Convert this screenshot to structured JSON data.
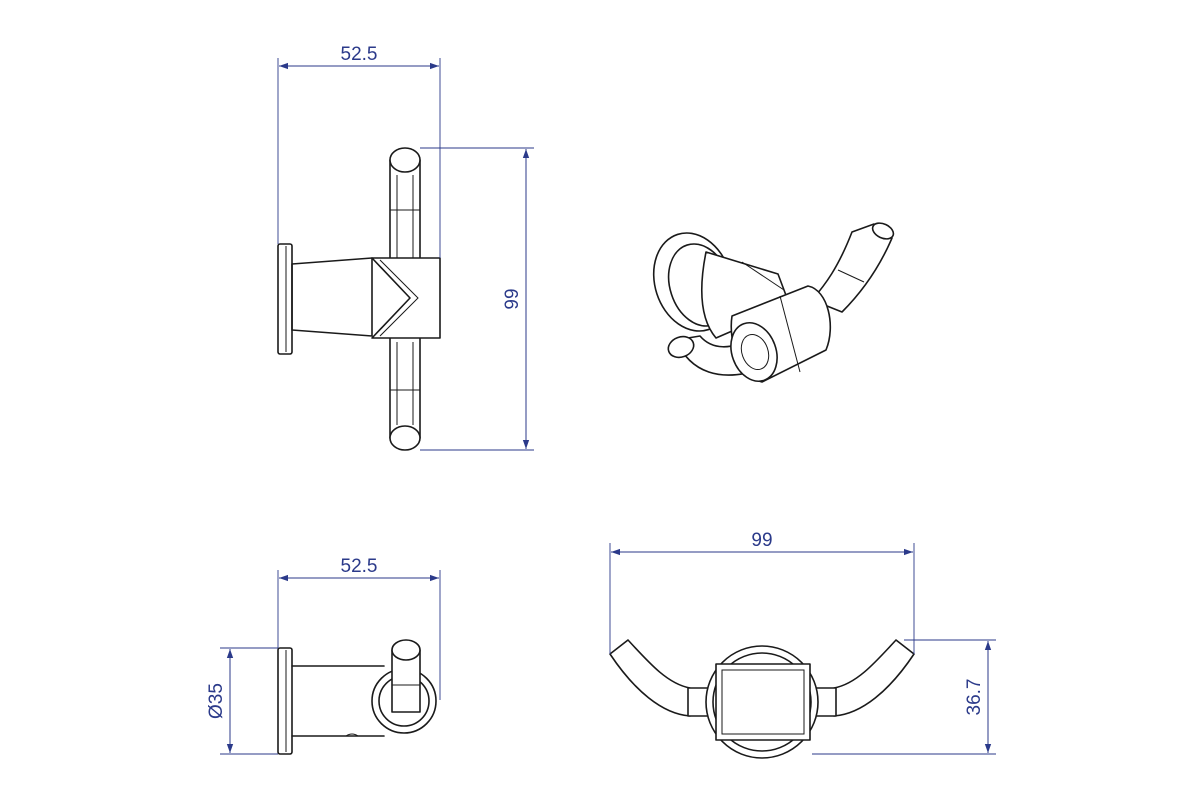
{
  "colors": {
    "dimension": "#2b3a8a",
    "outline": "#1a1a1a",
    "background": "#ffffff"
  },
  "dimensions": {
    "side_width": "52.5",
    "side_height": "99",
    "top_width": "52.5",
    "base_diameter": "Ø35",
    "front_width": "99",
    "front_height": "36.7"
  }
}
